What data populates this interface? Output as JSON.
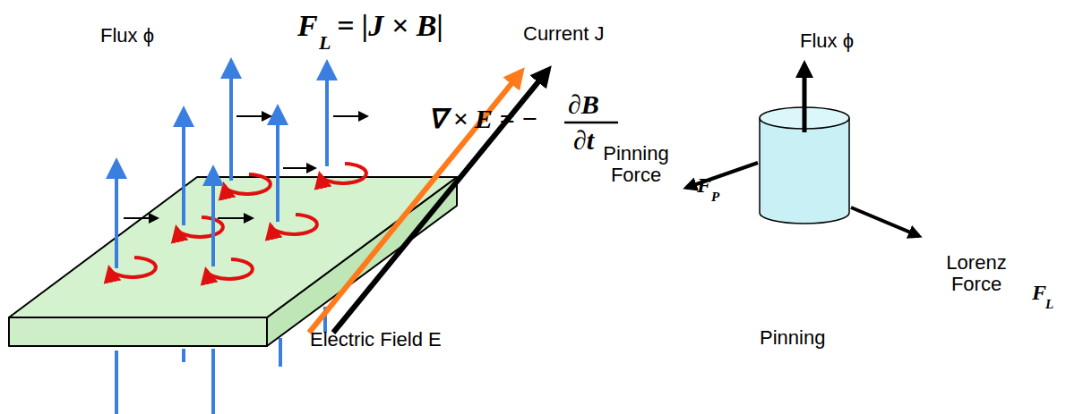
{
  "diagram": {
    "labels": [
      "Flux ϕ",
      "F",
      "L",
      "= |J × B|",
      "Current J",
      "∇ × E = −",
      "∂B",
      "∂t",
      "Electric Field E",
      "Flux ϕ",
      "Pinning Force",
      "F",
      "P",
      "Lorenz Force",
      "F",
      "L",
      "Pinning"
    ]
  }
}
